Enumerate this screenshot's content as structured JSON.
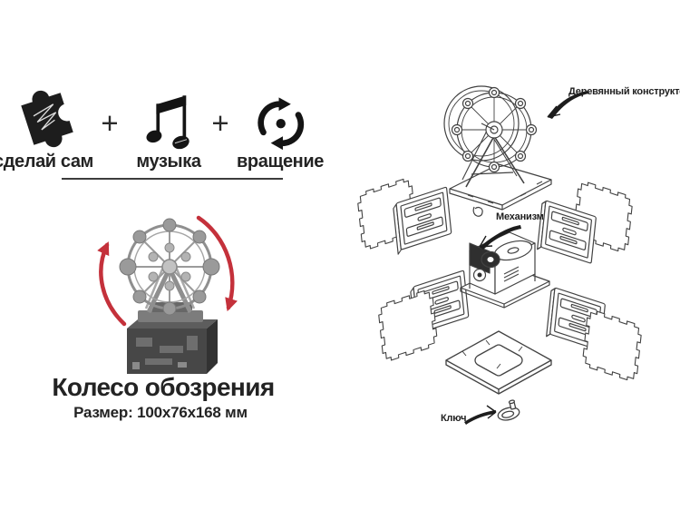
{
  "features": {
    "separator": "+",
    "items": [
      {
        "icon": "puzzle-icon",
        "label": "сделай сам"
      },
      {
        "icon": "music-icon",
        "label": "музыка"
      },
      {
        "icon": "rotation-icon",
        "label": "вращение"
      }
    ]
  },
  "product": {
    "title": "Колесо обозрения",
    "size": "Размер: 100x76x168 мм"
  },
  "diagram": {
    "constructor_label": "Деревянный конструктор",
    "mechanism_label": "Механизм",
    "key_label": "Ключ"
  },
  "colors": {
    "accent_red": "#c4313b",
    "ink": "#1d1d1d",
    "line_art": "#424242"
  }
}
